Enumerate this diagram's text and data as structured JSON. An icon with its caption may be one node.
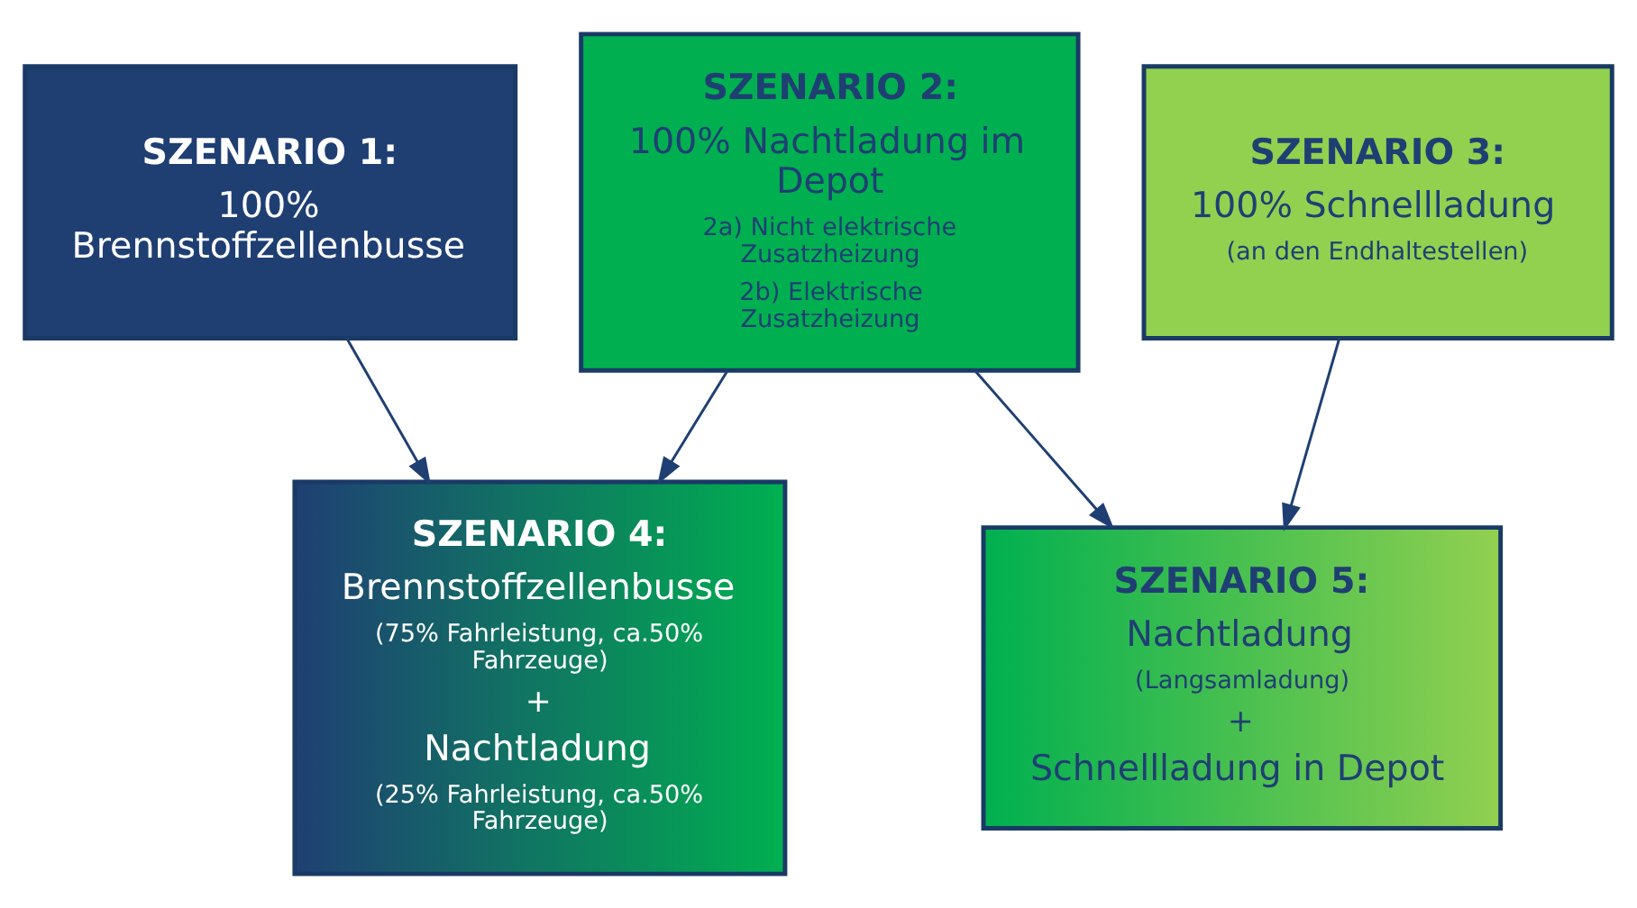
{
  "diagram": {
    "nodes": [
      {
        "text": [
          "SZENARIO 1:",
          "100% Brennstoffzellenbusse"
        ]
      },
      {
        "text": [
          "SZENARIO 2:",
          "100% Nachtladung im Depot",
          "2a) Nicht elektrische Zusatzheizung",
          "2b) Elektrische Zusatzheizung"
        ]
      },
      {
        "text": [
          "SZENARIO 3:",
          "100% Schnellladung",
          "(an den Endhaltestellen)"
        ]
      },
      {
        "text": [
          "SZENARIO 4:",
          "Brennstoffzellenbusse",
          "(75% Fahrleistung, ca.50% Fahrzeuge)",
          "+",
          "Nachtladung",
          "(25% Fahrleistung, ca.50% Fahrzeuge)"
        ]
      },
      {
        "text": [
          "SZENARIO 5:",
          "Nachtladung",
          "(Langsamladung)",
          "+",
          "Schnellladung in Depot"
        ]
      }
    ],
    "edges": [
      {
        "from": 0,
        "to": 3,
        "arrow": "to"
      },
      {
        "from": 1,
        "to": 3,
        "arrow": "to"
      },
      {
        "from": 1,
        "to": 4,
        "arrow": "to"
      },
      {
        "from": 2,
        "to": 4,
        "arrow": "to"
      }
    ]
  }
}
